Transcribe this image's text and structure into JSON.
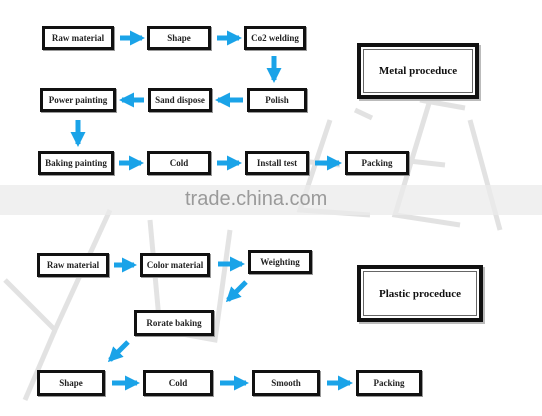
{
  "metal": {
    "title": "Metal proceduce",
    "steps": {
      "raw_material": "Raw material",
      "shape": "Shape",
      "co2_welding": "Co2 welding",
      "polish": "Polish",
      "sand_dispose": "Sand dispose",
      "power_painting": "Power painting",
      "baking_painting": "Baking painting",
      "cold": "Cold",
      "install_test": "Install test",
      "packing": "Packing"
    }
  },
  "plastic": {
    "title": "Plastic proceduce",
    "steps": {
      "raw_material": "Raw material",
      "color_material": "Color material",
      "weighting": "Weighting",
      "rorate_baking": "Rorate baking",
      "shape": "Shape",
      "cold": "Cold",
      "smooth": "Smooth",
      "packing": "Packing"
    }
  },
  "watermark": "trade.china.com",
  "colors": {
    "arrow": "#1aa3e8",
    "border": "#111111"
  }
}
